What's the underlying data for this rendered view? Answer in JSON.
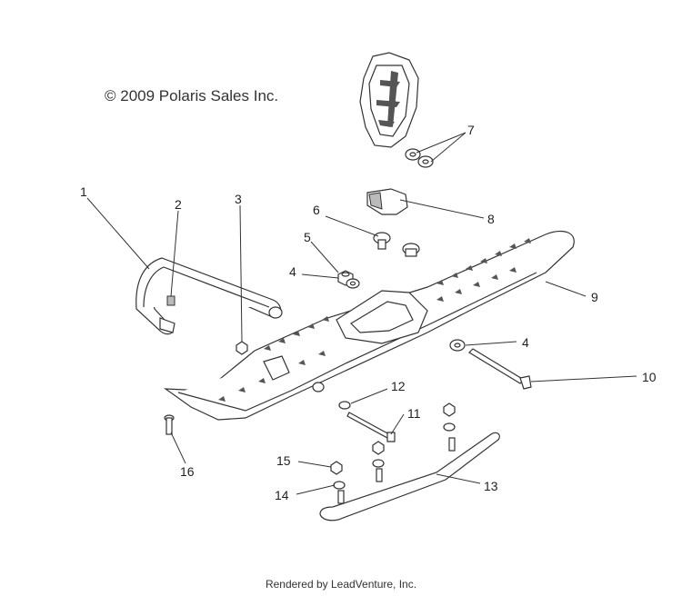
{
  "copyright": "© 2009 Polaris Sales Inc.",
  "footer": "Rendered by LeadVenture, Inc.",
  "callouts": {
    "c1": "1",
    "c2": "2",
    "c3": "3",
    "c4a": "4",
    "c4b": "4",
    "c5": "5",
    "c6": "6",
    "c7": "7",
    "c8": "8",
    "c9": "9",
    "c10": "10",
    "c11": "11",
    "c12": "12",
    "c13": "13",
    "c14": "14",
    "c15": "15",
    "c16": "16"
  }
}
